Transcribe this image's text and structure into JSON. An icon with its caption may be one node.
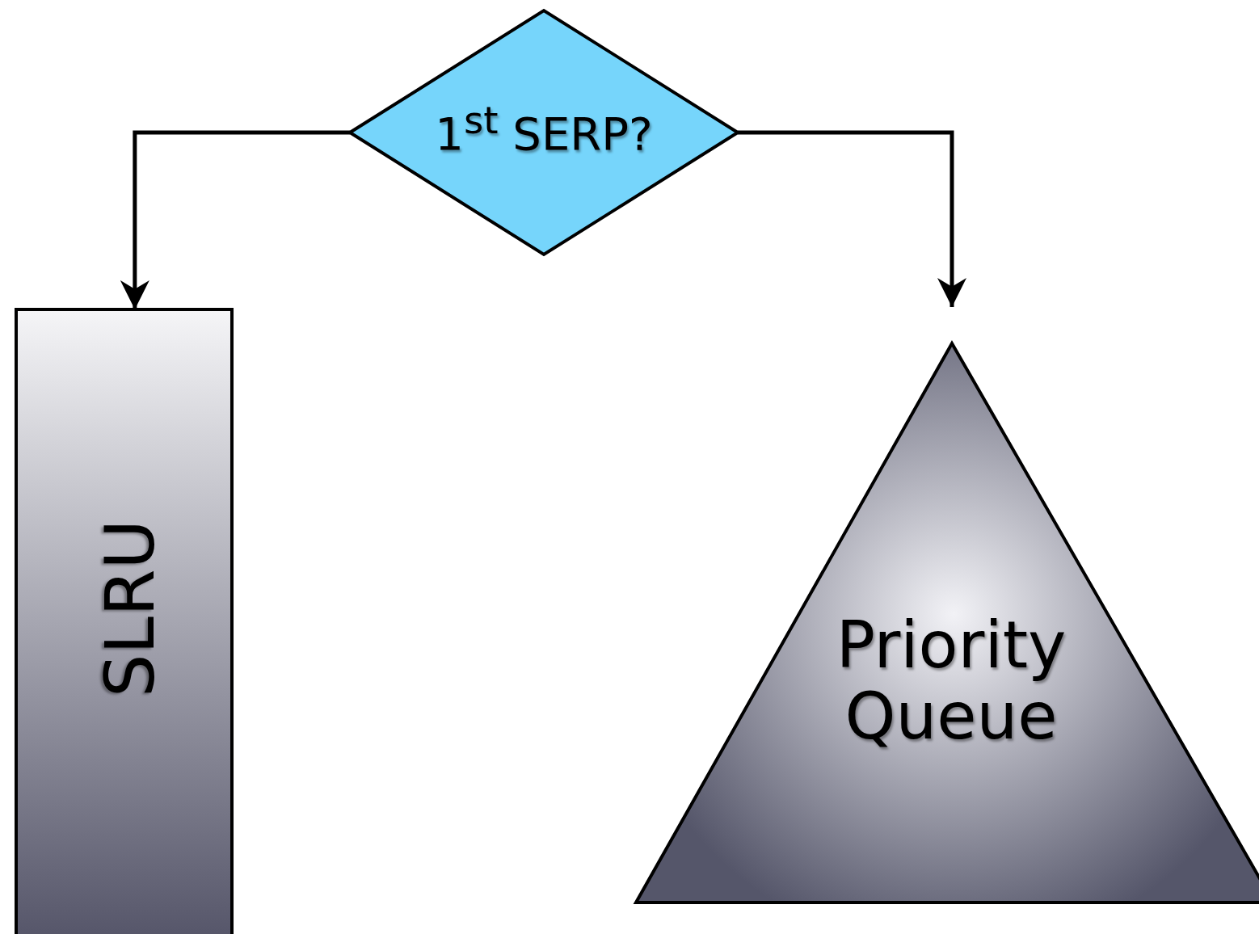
{
  "diagram": {
    "nodes": [
      {
        "text": [
          "1$^{st}$ SERP?"
        ]
      },
      {
        "text": [
          "SLRU"
        ]
      },
      {
        "text": [
          "Priority Queue"
        ]
      }
    ],
    "edges": [
      {
        "from": 0,
        "to": 1,
        "arrow": "to"
      },
      {
        "from": 0,
        "to": 2,
        "arrow": "to"
      }
    ]
  }
}
